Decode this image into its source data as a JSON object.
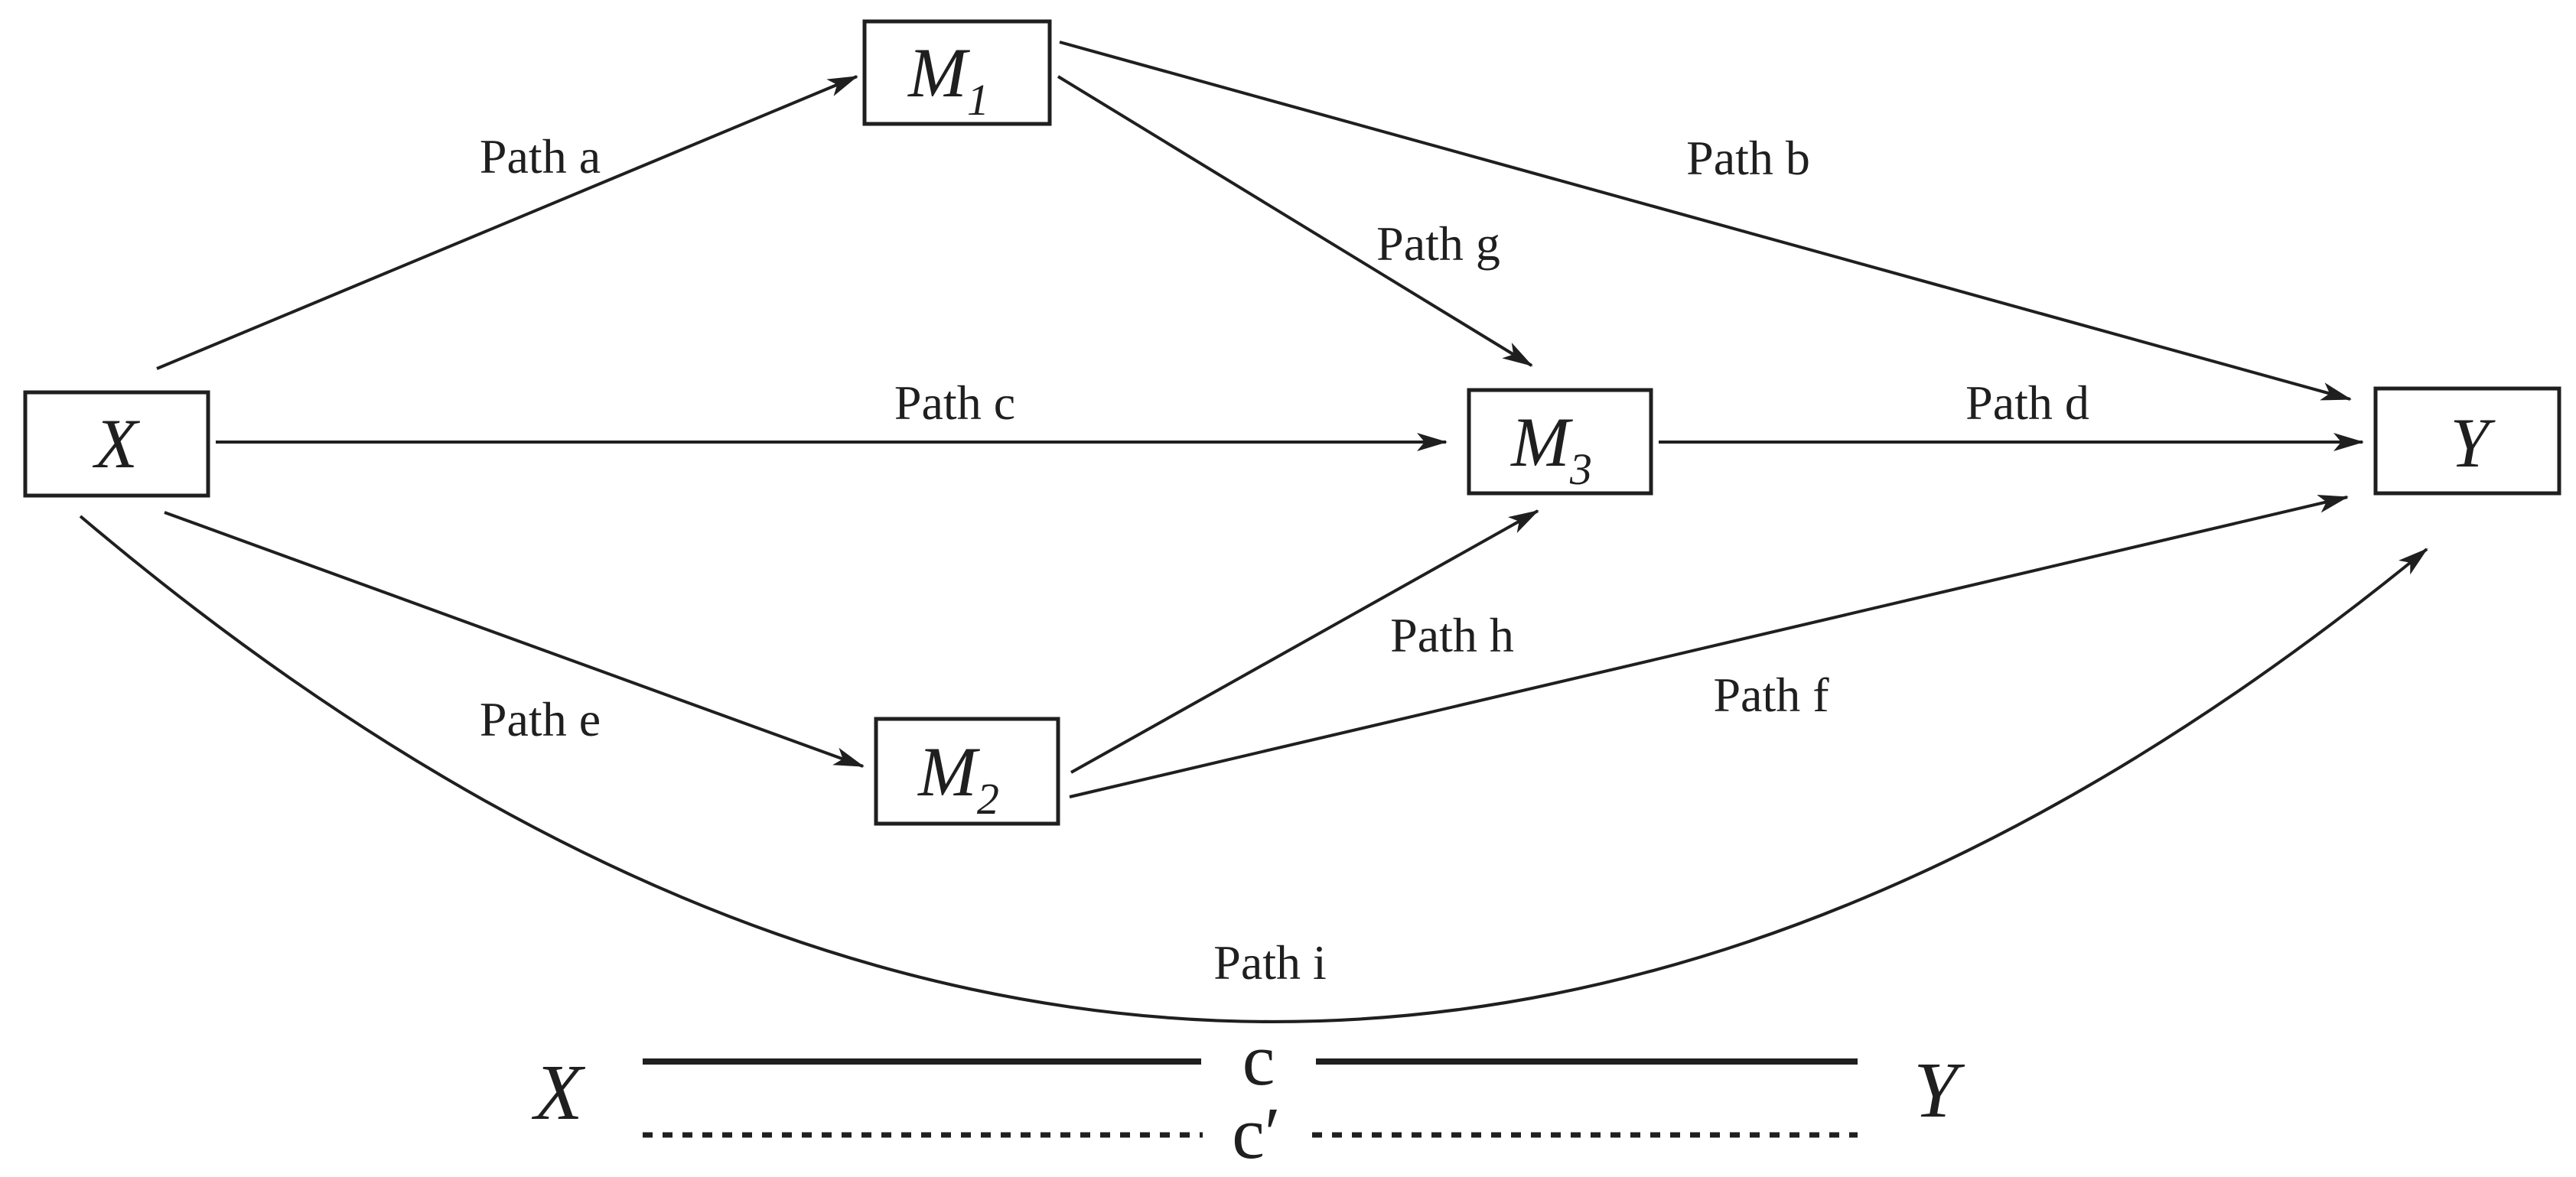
{
  "diagram": {
    "background_color": "#ffffff",
    "line_color": "#1f1f1f",
    "nodes": {
      "x": {
        "label": "X"
      },
      "m1": {
        "label": "M",
        "sub": "1"
      },
      "m3": {
        "label": "M",
        "sub": "3"
      },
      "m2": {
        "label": "M",
        "sub": "2"
      },
      "y": {
        "label": "Y"
      }
    },
    "path_labels": {
      "a": "Path a",
      "b": "Path b",
      "c": "Path c",
      "d": "Path d",
      "e": "Path e",
      "f": "Path f",
      "g": "Path g",
      "h": "Path h",
      "i": "Path i"
    },
    "legend": {
      "x": "X",
      "y": "Y",
      "total_effect": "c",
      "direct_effect": "c′"
    }
  }
}
